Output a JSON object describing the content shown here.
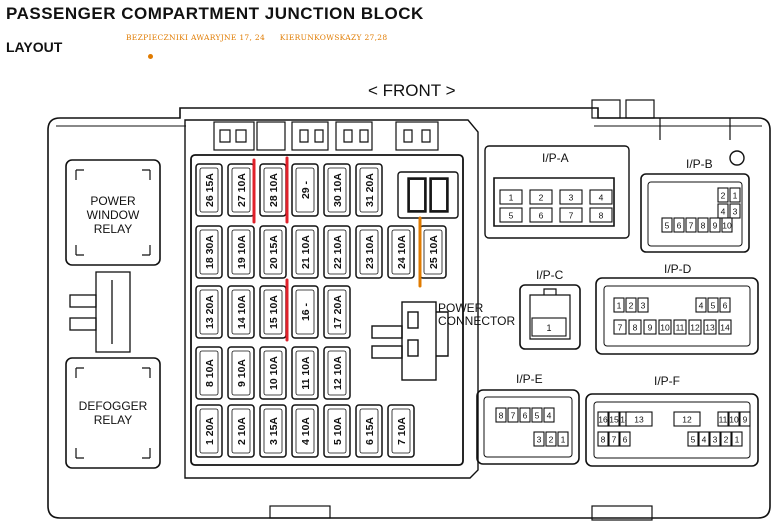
{
  "header": {
    "title": "PASSENGER COMPARTMENT JUNCTION BLOCK",
    "subtitle": "LAYOUT",
    "notes": [
      "BEZPIECZNIKI AWARYJNE 17, 24",
      "KIERUNKOWSKAZY 27,28"
    ],
    "front_label": "< FRONT >"
  },
  "relays": {
    "power_window": [
      "POWER",
      "WINDOW",
      "RELAY"
    ],
    "defogger": [
      "DEFOGGER",
      "RELAY"
    ]
  },
  "power_connector": [
    "POWER",
    "CONNECTOR"
  ],
  "fuse_rows": [
    [
      {
        "n": "26",
        "a": "15A"
      },
      {
        "n": "27",
        "a": "10A"
      },
      {
        "n": "28",
        "a": "10A"
      },
      {
        "n": "29",
        "a": "-"
      },
      {
        "n": "30",
        "a": "10A"
      },
      {
        "n": "31",
        "a": "20A"
      }
    ],
    [
      {
        "n": "18",
        "a": "30A"
      },
      {
        "n": "19",
        "a": "10A"
      },
      {
        "n": "20",
        "a": "15A"
      },
      {
        "n": "21",
        "a": "10A"
      },
      {
        "n": "22",
        "a": "10A"
      },
      {
        "n": "23",
        "a": "10A"
      },
      {
        "n": "24",
        "a": "10A"
      },
      {
        "n": "25",
        "a": "10A"
      }
    ],
    [
      {
        "n": "13",
        "a": "20A"
      },
      {
        "n": "14",
        "a": "10A"
      },
      {
        "n": "15",
        "a": "10A"
      },
      {
        "n": "16",
        "a": "-"
      },
      {
        "n": "17",
        "a": "20A"
      }
    ],
    [
      {
        "n": "8",
        "a": "10A"
      },
      {
        "n": "9",
        "a": "10A"
      },
      {
        "n": "10",
        "a": "10A"
      },
      {
        "n": "11",
        "a": "10A"
      },
      {
        "n": "12",
        "a": "10A"
      }
    ],
    [
      {
        "n": "1",
        "a": "20A"
      },
      {
        "n": "2",
        "a": "10A"
      },
      {
        "n": "3",
        "a": "15A"
      },
      {
        "n": "4",
        "a": "10A"
      },
      {
        "n": "5",
        "a": "10A"
      },
      {
        "n": "6",
        "a": "15A"
      },
      {
        "n": "7",
        "a": "10A"
      }
    ]
  ],
  "connectors": {
    "ipa": {
      "label": "I/P-A",
      "pins": [
        "1",
        "2",
        "3",
        "4",
        "5",
        "6",
        "7",
        "8"
      ]
    },
    "ipb": {
      "label": "I/P-B",
      "pins_top": [
        "2",
        "1"
      ],
      "pins_mid": [
        "4",
        "3"
      ],
      "pins_bot": [
        "5",
        "6",
        "7",
        "8",
        "9",
        "10"
      ]
    },
    "ipc": {
      "label": "I/P-C",
      "pins": [
        "1"
      ]
    },
    "ipd": {
      "label": "I/P-D",
      "pins_top": [
        "1",
        "2",
        "3",
        "4",
        "5",
        "6"
      ],
      "pins_bot": [
        "7",
        "8",
        "9",
        "10",
        "11",
        "12",
        "13",
        "14"
      ]
    },
    "ipe": {
      "label": "I/P-E",
      "pins_top": [
        "8",
        "7",
        "6",
        "5",
        "4"
      ],
      "pins_bot": [
        "3",
        "2",
        "1"
      ]
    },
    "ipf": {
      "label": "I/P-F",
      "pins_top": [
        "16",
        "15",
        "14",
        "13",
        "12",
        "11",
        "10",
        "9"
      ],
      "pins_bot": [
        "8",
        "7",
        "6",
        "5",
        "4",
        "3",
        "2",
        "1"
      ]
    }
  },
  "highlights": {
    "red": "#e0202a",
    "orange": "#e07b00"
  }
}
